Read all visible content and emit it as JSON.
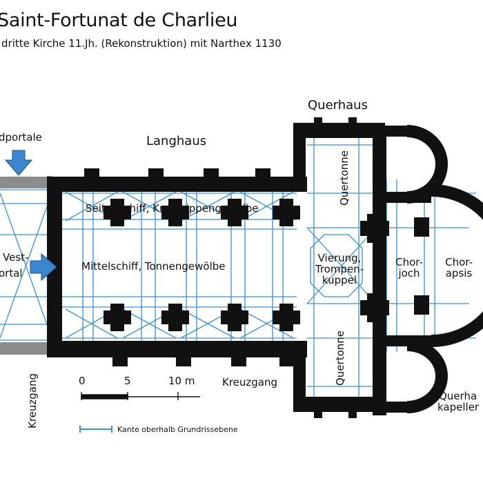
{
  "title": "Saint-Fortunat de Charlieu",
  "subtitle": "dritte Kirche 11.Jh. (Rekonstruktion) mit Narthex 1130",
  "labels": {
    "querhaus": "Querhaus",
    "langhaus": "Langhaus",
    "nordportale": "dportale",
    "westportal_line1": "Vest-",
    "westportal_line2": "ortal",
    "seitenschiff": "Seitenschiff, Kreuzrippengewölbe",
    "mittelschiff": "Mittelschiff, Tonnengewölbe",
    "vierung_line1": "Vierung,",
    "vierung_line2": "Trompen-",
    "vierung_line3": "kuppel",
    "chorjoch_line1": "Chor-",
    "chorjoch_line2": "joch",
    "chorapsis_line1": "Chor-",
    "chorapsis_line2": "apsis",
    "quertonne_north": "Quertonne",
    "quertonne_south": "Quertonne",
    "kreuzgang_left": "Kreuzgang",
    "kreuzgang_bottom": "Kreuzgang",
    "querhauskapellen_line1": "Querha",
    "querhauskapellen_line2": "kapeller"
  },
  "scale": {
    "tick_0": "0",
    "tick_5": "5",
    "tick_10": "10 m"
  },
  "legend": {
    "text": "Kante oberhalb Grundrissebene"
  },
  "colors": {
    "wall": "#111111",
    "vault": "#3a8fd0",
    "arrow": "#3b87cf",
    "outer": "#8c8c8c"
  }
}
